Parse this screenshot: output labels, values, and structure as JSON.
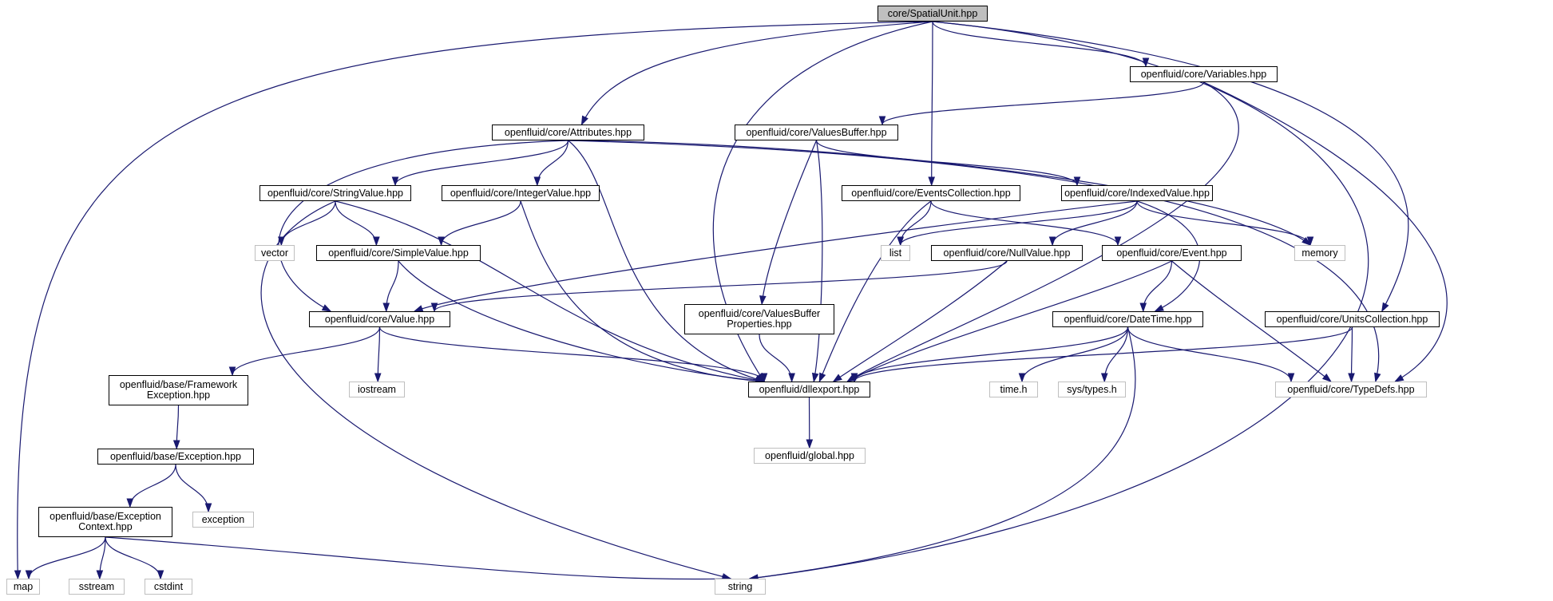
{
  "graph": {
    "title": "core/SpatialUnit.hpp",
    "edge_color": "#191970",
    "root_fill": "#bfbfbf",
    "external_border": "#bfbfbf",
    "nodes": [
      {
        "id": "spatialunit",
        "label": "core/SpatialUnit.hpp",
        "kind": "root"
      },
      {
        "id": "variables",
        "label": "openfluid/core/Variables.hpp",
        "kind": "project"
      },
      {
        "id": "attributes",
        "label": "openfluid/core/Attributes.hpp",
        "kind": "project"
      },
      {
        "id": "valuesbuffer",
        "label": "openfluid/core/ValuesBuffer.hpp",
        "kind": "project"
      },
      {
        "id": "stringvalue",
        "label": "openfluid/core/StringValue.hpp",
        "kind": "project"
      },
      {
        "id": "integervalue",
        "label": "openfluid/core/IntegerValue.hpp",
        "kind": "project"
      },
      {
        "id": "eventscollection",
        "label": "openfluid/core/EventsCollection.hpp",
        "kind": "project"
      },
      {
        "id": "indexedvalue",
        "label": "openfluid/core/IndexedValue.hpp",
        "kind": "project"
      },
      {
        "id": "vector",
        "label": "vector",
        "kind": "external"
      },
      {
        "id": "simplevalue",
        "label": "openfluid/core/SimpleValue.hpp",
        "kind": "project"
      },
      {
        "id": "list",
        "label": "list",
        "kind": "external"
      },
      {
        "id": "nullvalue",
        "label": "openfluid/core/NullValue.hpp",
        "kind": "project"
      },
      {
        "id": "event",
        "label": "openfluid/core/Event.hpp",
        "kind": "project"
      },
      {
        "id": "memory",
        "label": "memory",
        "kind": "external"
      },
      {
        "id": "value",
        "label": "openfluid/core/Value.hpp",
        "kind": "project"
      },
      {
        "id": "vbprops",
        "label": "openfluid/core/ValuesBuffer\nProperties.hpp",
        "kind": "project"
      },
      {
        "id": "datetime",
        "label": "openfluid/core/DateTime.hpp",
        "kind": "project"
      },
      {
        "id": "unitscollection",
        "label": "openfluid/core/UnitsCollection.hpp",
        "kind": "project"
      },
      {
        "id": "fwexception",
        "label": "openfluid/base/Framework\nException.hpp",
        "kind": "project"
      },
      {
        "id": "iostream",
        "label": "iostream",
        "kind": "external"
      },
      {
        "id": "dllexport",
        "label": "openfluid/dllexport.hpp",
        "kind": "project"
      },
      {
        "id": "timeh",
        "label": "time.h",
        "kind": "external"
      },
      {
        "id": "systypes",
        "label": "sys/types.h",
        "kind": "external"
      },
      {
        "id": "typedefs",
        "label": "openfluid/core/TypeDefs.hpp",
        "kind": "external"
      },
      {
        "id": "exception_hpp",
        "label": "openfluid/base/Exception.hpp",
        "kind": "project"
      },
      {
        "id": "global",
        "label": "openfluid/global.hpp",
        "kind": "external"
      },
      {
        "id": "exccontext",
        "label": "openfluid/base/Exception\nContext.hpp",
        "kind": "project"
      },
      {
        "id": "exception",
        "label": "exception",
        "kind": "external"
      },
      {
        "id": "map",
        "label": "map",
        "kind": "external"
      },
      {
        "id": "sstream",
        "label": "sstream",
        "kind": "external"
      },
      {
        "id": "cstdint",
        "label": "cstdint",
        "kind": "external"
      },
      {
        "id": "string",
        "label": "string",
        "kind": "external"
      }
    ],
    "edges": [
      [
        "spatialunit",
        "map"
      ],
      [
        "spatialunit",
        "attributes"
      ],
      [
        "spatialunit",
        "dllexport"
      ],
      [
        "spatialunit",
        "eventscollection"
      ],
      [
        "spatialunit",
        "variables"
      ],
      [
        "spatialunit",
        "unitscollection"
      ],
      [
        "spatialunit",
        "string"
      ],
      [
        "variables",
        "valuesbuffer"
      ],
      [
        "variables",
        "dllexport"
      ],
      [
        "variables",
        "typedefs"
      ],
      [
        "attributes",
        "value"
      ],
      [
        "attributes",
        "stringvalue"
      ],
      [
        "attributes",
        "integervalue"
      ],
      [
        "attributes",
        "dllexport"
      ],
      [
        "attributes",
        "memory"
      ],
      [
        "attributes",
        "typedefs"
      ],
      [
        "valuesbuffer",
        "vbprops"
      ],
      [
        "valuesbuffer",
        "dllexport"
      ],
      [
        "valuesbuffer",
        "indexedvalue"
      ],
      [
        "stringvalue",
        "vector"
      ],
      [
        "stringvalue",
        "simplevalue"
      ],
      [
        "stringvalue",
        "dllexport"
      ],
      [
        "stringvalue",
        "string"
      ],
      [
        "integervalue",
        "simplevalue"
      ],
      [
        "integervalue",
        "dllexport"
      ],
      [
        "eventscollection",
        "list"
      ],
      [
        "eventscollection",
        "event"
      ],
      [
        "eventscollection",
        "dllexport"
      ],
      [
        "indexedvalue",
        "value"
      ],
      [
        "indexedvalue",
        "list"
      ],
      [
        "indexedvalue",
        "nullvalue"
      ],
      [
        "indexedvalue",
        "memory"
      ],
      [
        "indexedvalue",
        "datetime"
      ],
      [
        "simplevalue",
        "value"
      ],
      [
        "simplevalue",
        "dllexport"
      ],
      [
        "nullvalue",
        "value"
      ],
      [
        "nullvalue",
        "dllexport"
      ],
      [
        "event",
        "datetime"
      ],
      [
        "event",
        "dllexport"
      ],
      [
        "event",
        "typedefs"
      ],
      [
        "value",
        "fwexception"
      ],
      [
        "value",
        "iostream"
      ],
      [
        "value",
        "dllexport"
      ],
      [
        "vbprops",
        "dllexport"
      ],
      [
        "datetime",
        "dllexport"
      ],
      [
        "datetime",
        "timeh"
      ],
      [
        "datetime",
        "systypes"
      ],
      [
        "datetime",
        "typedefs"
      ],
      [
        "datetime",
        "string"
      ],
      [
        "unitscollection",
        "dllexport"
      ],
      [
        "unitscollection",
        "typedefs"
      ],
      [
        "fwexception",
        "exception_hpp"
      ],
      [
        "dllexport",
        "global"
      ],
      [
        "exception_hpp",
        "exccontext"
      ],
      [
        "exception_hpp",
        "exception"
      ],
      [
        "exccontext",
        "map"
      ],
      [
        "exccontext",
        "sstream"
      ],
      [
        "exccontext",
        "cstdint"
      ],
      [
        "exccontext",
        "string"
      ]
    ]
  }
}
